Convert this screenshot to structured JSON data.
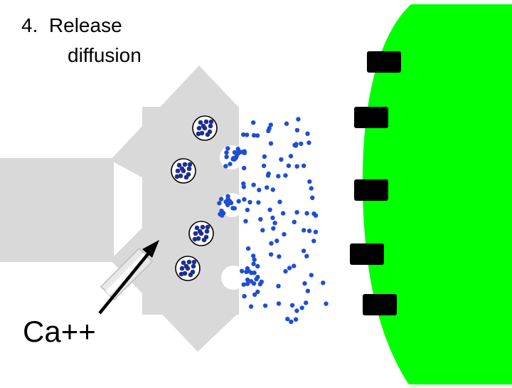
{
  "slide": {
    "title_number": "4.",
    "title_word": "Release",
    "subtitle": "diffusion",
    "ion_label": "Ca++"
  },
  "colors": {
    "presynaptic_terminal": "#d9d9d9",
    "postsynaptic_cell": "#00ff00",
    "receptor": "#000000",
    "transmitter": "#1f4fd0",
    "vesicle_contents": "#1f2f8f",
    "channel_fill": "#e8e8e8"
  },
  "icons": [
    "synaptic-vesicle",
    "neurotransmitter-dot",
    "receptor",
    "calcium-channel",
    "influx-arrow"
  ]
}
